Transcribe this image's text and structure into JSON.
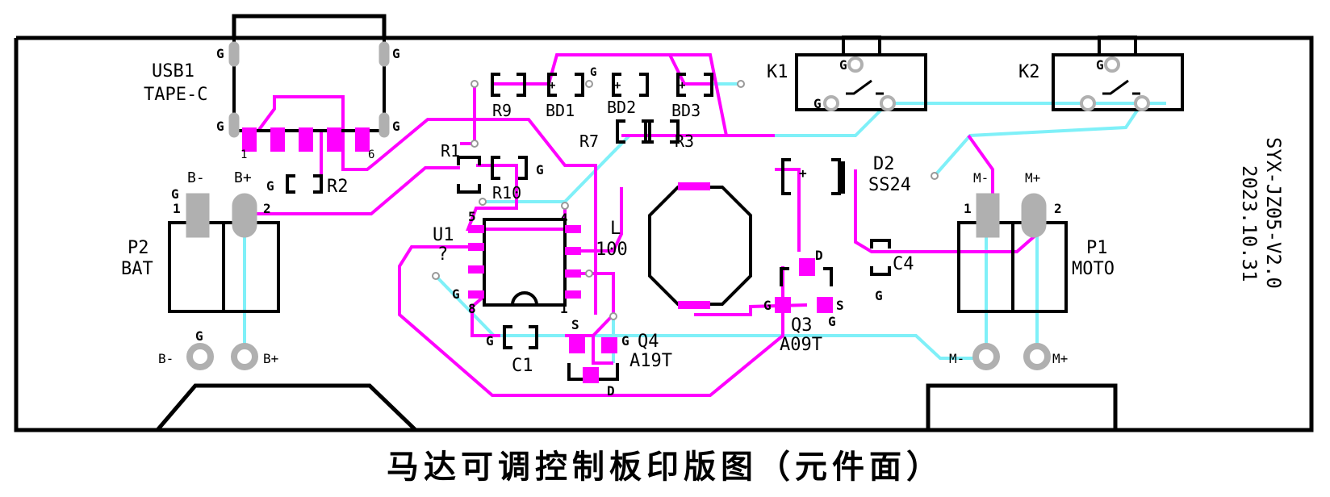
{
  "caption": "马达可调控制板印版图（元件面）",
  "board": {
    "code": "SYX-JZ05-V2.0",
    "date": "2023.10.31"
  },
  "colors": {
    "outline": "#000000",
    "top_copper": "#ff00ff",
    "bottom_copper": "#7ff0f8",
    "pad": "#b0b0b0"
  },
  "labels": {
    "usb_ref": "USB1",
    "usb_val": "TAPE-C",
    "usb_pin1": "1",
    "usb_pin6": "6",
    "gnd": "G",
    "r2": "R2",
    "r1": "R1",
    "r9": "R9",
    "r10": "R10",
    "r7": "R7",
    "r3": "R3",
    "bd1": "BD1",
    "bd2": "BD2",
    "bd3": "BD3",
    "plus": "+",
    "minus": "-",
    "k1": "K1",
    "k2": "K2",
    "d2_ref": "D2",
    "d2_val": "SS24",
    "c4": "C4",
    "c1": "C1",
    "l_ref": "L",
    "l_val": "100",
    "u1_ref": "U1",
    "u1_val": "?",
    "u1_pin1": "1",
    "u1_pin4": "4",
    "u1_pin5": "5",
    "u1_pin8": "8",
    "q3_ref": "Q3",
    "q3_val": "A09T",
    "q4_ref": "Q4",
    "q4_val": "A19T",
    "pin_d": "D",
    "pin_s": "S",
    "pin_g": "G",
    "p2_ref": "P2",
    "p2_val": "BAT",
    "p1_ref": "P1",
    "p1_val": "MOTO",
    "b_minus": "B-",
    "b_plus": "B+",
    "m_minus": "M-",
    "m_plus": "M+",
    "pin_1": "1",
    "pin_2": "2"
  }
}
